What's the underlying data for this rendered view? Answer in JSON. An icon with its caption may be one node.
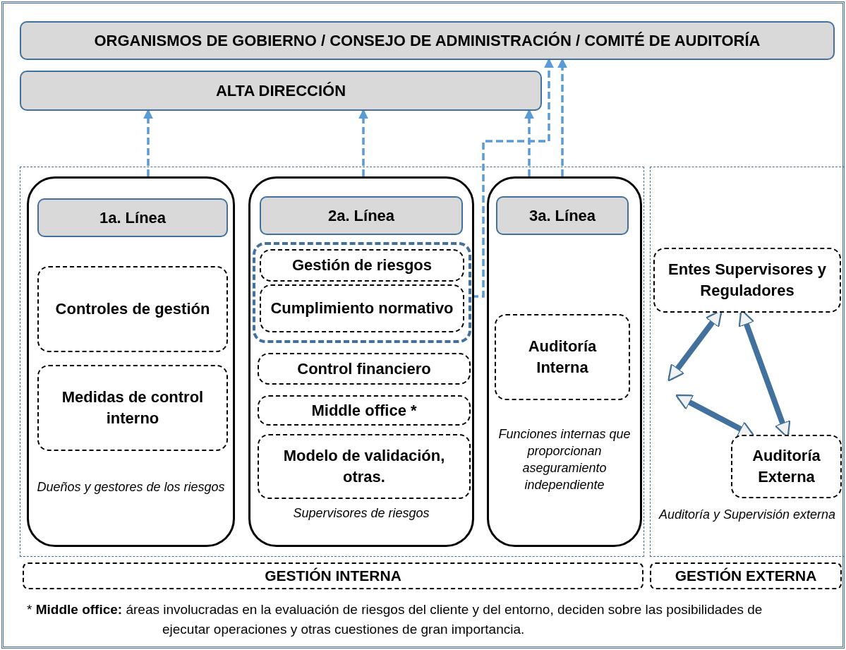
{
  "diagram": {
    "nodes": [
      {
        "text": [
          "ORGANISMOS DE GOBIERNO / CONSEJO DE ADMINISTRACIÓN / COMITÉ DE AUDITORÍA"
        ]
      },
      {
        "text": [
          "ALTA DIRECCIÓN"
        ]
      },
      {
        "text": [
          "Dueños y gestores de los riesgos"
        ]
      },
      {
        "text": [
          "1a. Línea"
        ],
        "in": 2
      },
      {
        "text": [
          "Controles de gestión"
        ],
        "in": 2
      },
      {
        "text": [
          "Medidas de control interno"
        ],
        "in": 2
      },
      {
        "text": [
          "Supervisores de riesgos"
        ]
      },
      {
        "text": [
          "2a. Línea"
        ],
        "in": 6
      },
      {
        "text": [],
        "shape": "box",
        "in": 6
      },
      {
        "text": [
          "Gestión de riesgos"
        ],
        "in": 8
      },
      {
        "text": [
          "Cumplimiento normativo"
        ],
        "in": 8
      },
      {
        "text": [
          "Control financiero"
        ],
        "in": 6
      },
      {
        "text": [
          "Middle office *"
        ],
        "in": 6
      },
      {
        "text": [
          "Modelo de validación, otras."
        ],
        "in": 6
      },
      {
        "text": [
          "Funciones internas que proporcionan aseguramiento independiente"
        ]
      },
      {
        "text": [
          "3a. Línea"
        ],
        "in": 14
      },
      {
        "text": [
          "Auditoría Interna"
        ],
        "in": 14
      },
      {
        "text": [
          "Auditoría y Supervisión externa"
        ]
      },
      {
        "text": [
          "Entes Supervisores y Reguladores"
        ],
        "in": 17
      },
      {
        "text": [
          "Auditoría Externa"
        ],
        "in": 17
      },
      {
        "text": [
          "GESTIÓN INTERNA"
        ]
      },
      {
        "text": [
          "GESTIÓN EXTERNA"
        ]
      }
    ],
    "edges": [
      {
        "from": 2,
        "to": 1,
        "arrow": "to",
        "style": "dashed"
      },
      {
        "from": 6,
        "to": 1,
        "arrow": "to",
        "style": "dashed"
      },
      {
        "from": 14,
        "to": 1,
        "arrow": "to",
        "style": "dashed"
      },
      {
        "from": 14,
        "to": 0,
        "arrow": "to",
        "style": "dashed"
      },
      {
        "from": 8,
        "to": 0,
        "arrow": "to",
        "style": "dashed"
      },
      {
        "from": 18,
        "to": null,
        "arrow": "both",
        "style": "thick",
        "color": "#41719c"
      },
      {
        "from": 18,
        "to": 19,
        "arrow": "both",
        "style": "thick",
        "color": "#41719c"
      },
      {
        "from": null,
        "to": 19,
        "arrow": "both",
        "style": "thick",
        "color": "#41719c"
      }
    ],
    "labels": [
      "* **Middle office:** áreas involucradas en la evaluación de riesgos del cliente y del entorno, deciden sobre las posibilidades de ejecutar operaciones y otras cuestiones de gran importancia."
    ]
  }
}
